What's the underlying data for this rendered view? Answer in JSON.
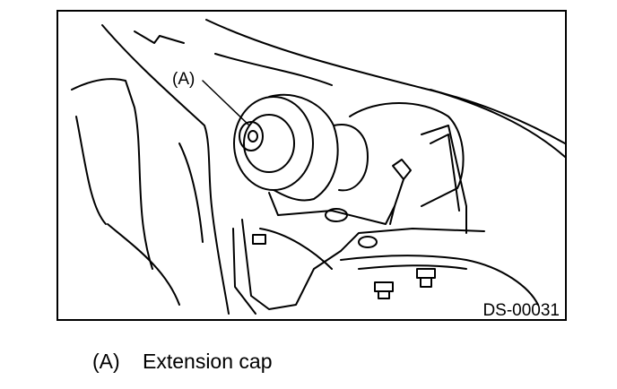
{
  "figure": {
    "callout": "(A)",
    "figure_code": "DS-00031"
  },
  "legend": {
    "key": "(A)",
    "description": "Extension cap"
  }
}
